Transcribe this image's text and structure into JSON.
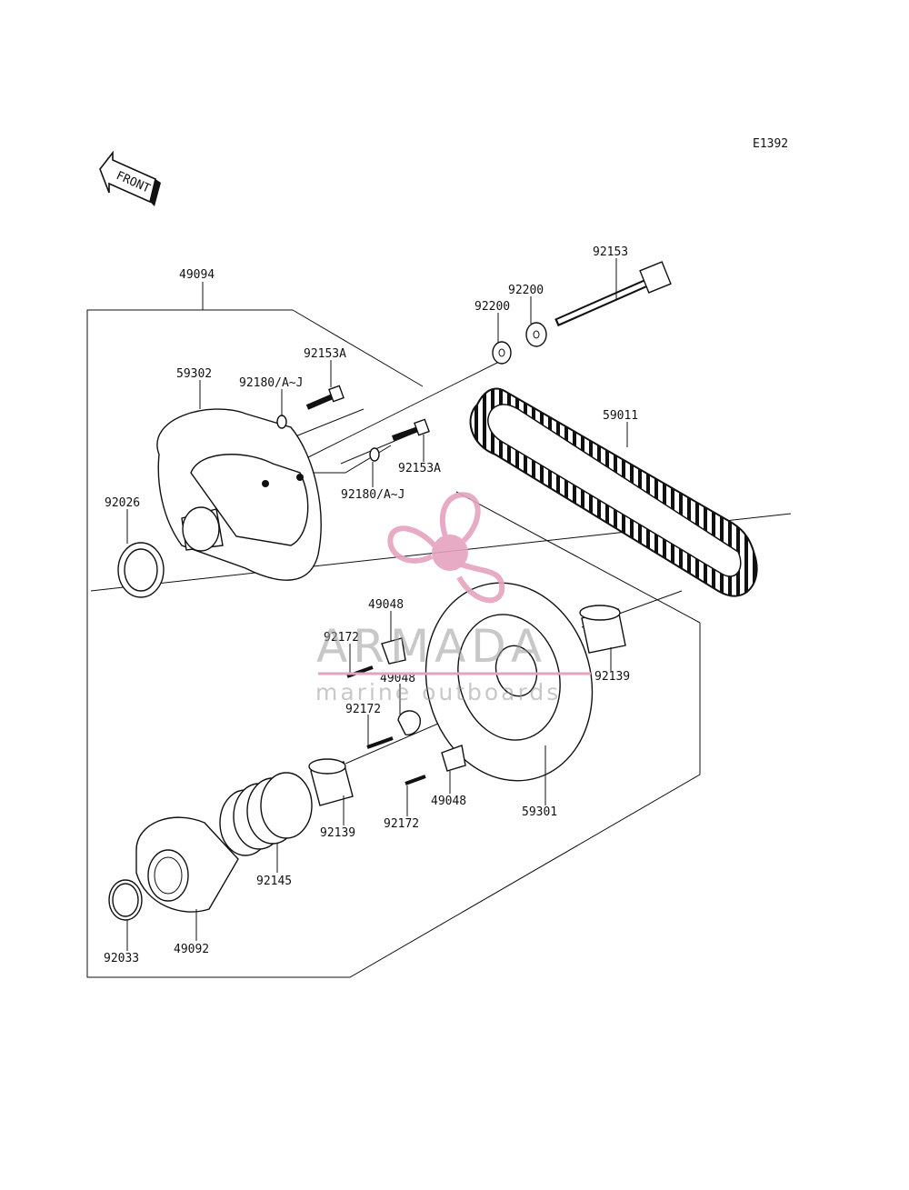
{
  "diagram_id": "E1392",
  "front_label": "FRONT",
  "parts": {
    "p49094": "49094",
    "p59302": "59302",
    "p92180a": "92180/A~J",
    "p92180b": "92180/A~J",
    "p92153Aa": "92153A",
    "p92153Ab": "92153A",
    "p92200a": "92200",
    "p92200b": "92200",
    "p92153": "92153",
    "p59011": "59011",
    "p92026": "92026",
    "p49048a": "49048",
    "p49048b": "49048",
    "p49048c": "49048",
    "p92172a": "92172",
    "p92172b": "92172",
    "p92172c": "92172",
    "p92139a": "92139",
    "p92139b": "92139",
    "p59301": "59301",
    "p92145": "92145",
    "p92033": "92033",
    "p49092": "49092"
  },
  "watermark": {
    "brand": "ARMADA",
    "tagline": "marine outboards",
    "color": "#e6a3bf"
  }
}
